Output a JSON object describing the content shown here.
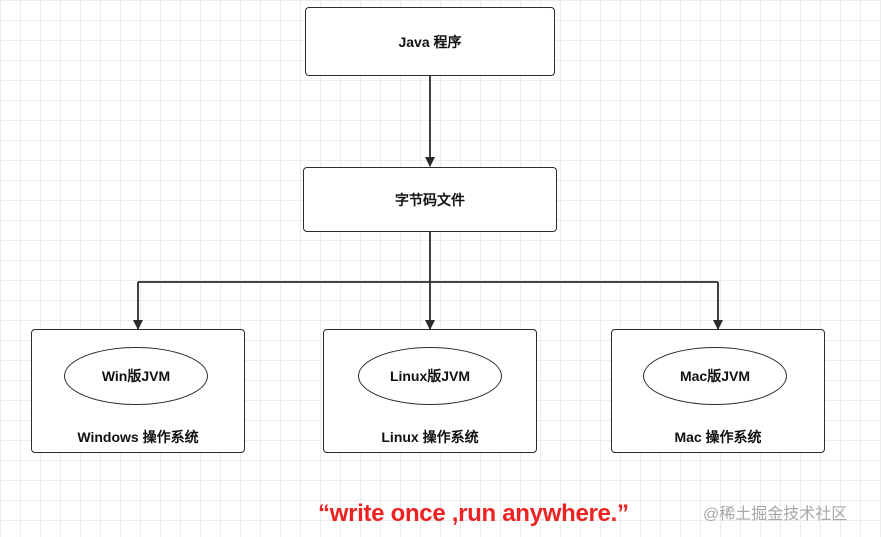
{
  "diagram": {
    "top_box": "Java 程序",
    "middle_box": "字节码文件",
    "platforms": [
      {
        "jvm": "Win版JVM",
        "os": "Windows 操作系统"
      },
      {
        "jvm": "Linux版JVM",
        "os": "Linux 操作系统"
      },
      {
        "jvm": "Mac版JVM",
        "os": "Mac 操作系统"
      }
    ]
  },
  "slogan": "“write once ,run anywhere.”",
  "watermark": "@稀土掘金技术社区",
  "colors": {
    "stroke": "#2b2b2b",
    "slogan": "#ee2222",
    "watermark": "#a7a7a7",
    "grid": "#ececec"
  }
}
